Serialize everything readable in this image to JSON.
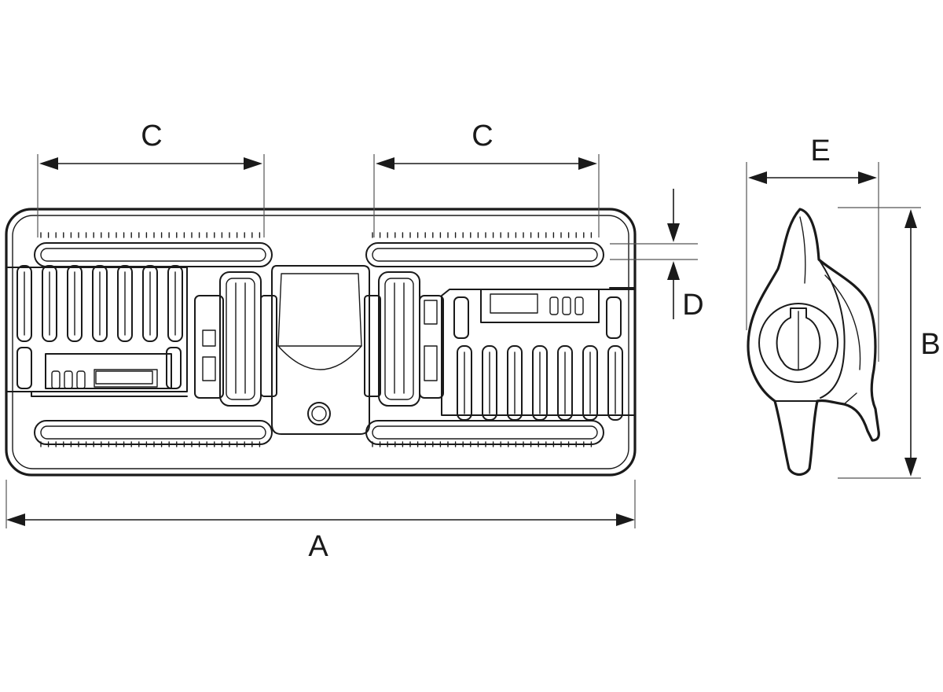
{
  "dimensions": {
    "a": "A",
    "b": "B",
    "c_left": "C",
    "c_right": "C",
    "d": "D",
    "e": "E"
  }
}
